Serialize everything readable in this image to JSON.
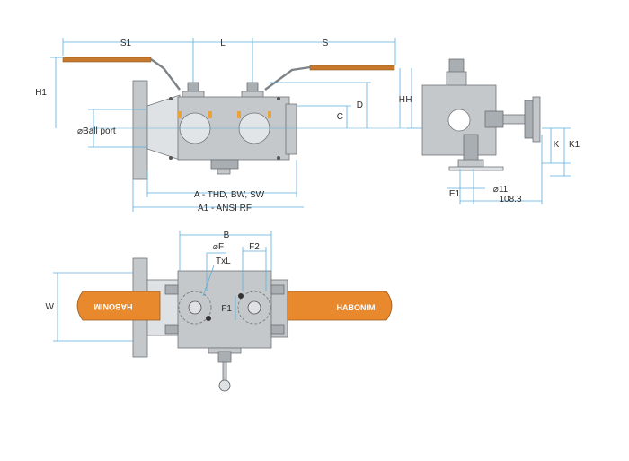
{
  "labels": {
    "S1": "S1",
    "L": "L",
    "S": "S",
    "H1": "H1",
    "H_left": "H",
    "D": "D",
    "C": "C",
    "ball_port": "⌀Ball port",
    "A_thd": "A - THD, BW, SW",
    "A1_ansi": "A1 - ANSI RF",
    "H_right": "H",
    "K": "K",
    "K1": "K1",
    "E1": "E1",
    "o11": "⌀11",
    "val_108": "108.3",
    "B": "B",
    "oF": "⌀F",
    "TxL": "TxL",
    "F2": "F2",
    "F1": "F1",
    "W": "W",
    "brand_left": "HABONIM",
    "brand_right": "HABONIM"
  },
  "colors": {
    "dimension_line": "#5aaedc",
    "lever_handle": "#e8892e",
    "valve_body": "#c4c8cb",
    "seat_accent": "#e8a33a"
  }
}
